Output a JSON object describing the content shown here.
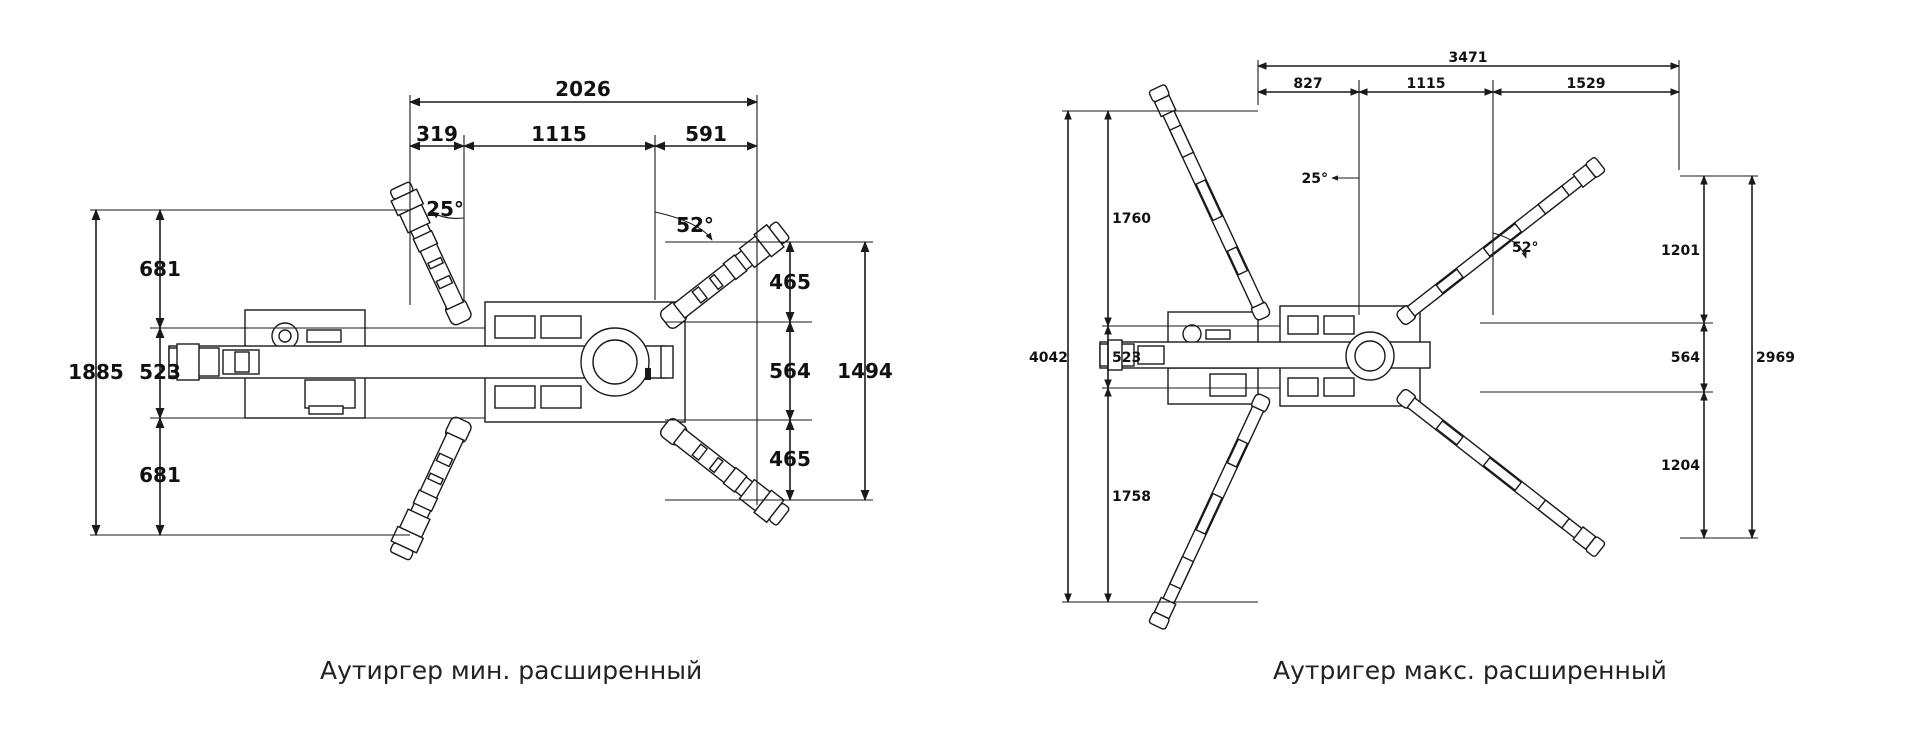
{
  "min_panel": {
    "caption": "Аутиргер мин. расширенный",
    "dims": {
      "total_width": "2026",
      "left_offset": "319",
      "center_span": "1115",
      "right_offset": "591",
      "angle_left": "25°",
      "angle_right": "52°",
      "left_top": "681",
      "left_mid": "523",
      "left_bottom": "681",
      "left_total": "1885",
      "right_top": "465",
      "right_mid": "564",
      "right_bottom": "465",
      "right_total": "1494"
    }
  },
  "max_panel": {
    "caption": "Аутригер макс. расширенный",
    "dims": {
      "total_width": "3471",
      "left_offset": "827",
      "center_span": "1115",
      "right_offset": "1529",
      "angle_left": "25°",
      "angle_right": "52°",
      "left_total": "4042",
      "left_top": "1760",
      "left_mid": "523",
      "left_bottom": "1758",
      "right_top": "1201",
      "right_mid": "564",
      "right_bottom": "1204",
      "right_total": "2969"
    }
  }
}
